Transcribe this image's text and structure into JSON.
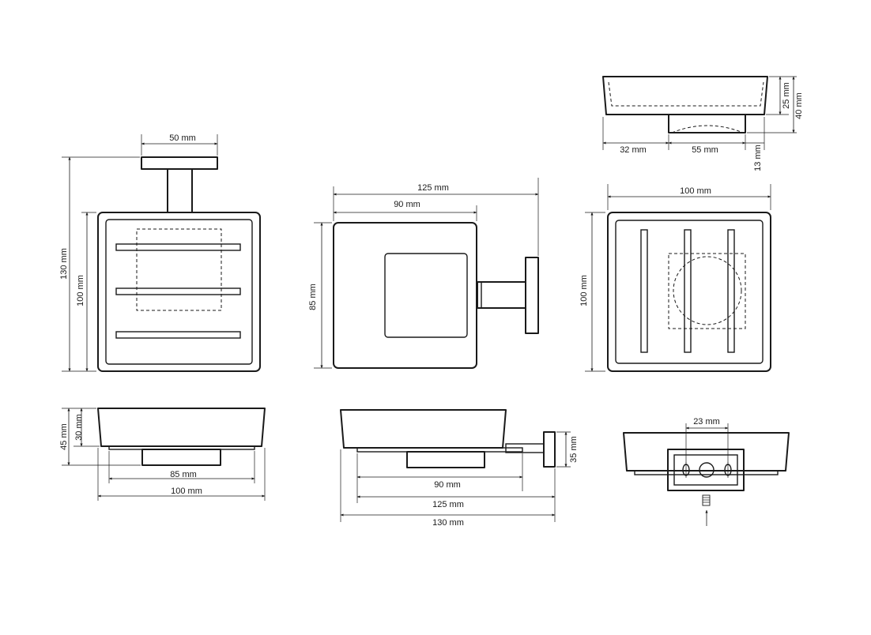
{
  "drawing": {
    "front": {
      "width": "50 mm",
      "height_total": "130 mm",
      "height_body": "100 mm"
    },
    "side": {
      "width_total": "125 mm",
      "width_body": "90 mm",
      "height": "85 mm"
    },
    "top_right": {
      "depth": "25 mm",
      "height": "40 mm",
      "left": "32 mm",
      "center": "55 mm",
      "right": "13 mm"
    },
    "plan": {
      "width": "100 mm",
      "height": "100 mm"
    },
    "bottom_left": {
      "height_total": "45 mm",
      "height_body": "30 mm",
      "inner": "85 mm",
      "outer": "100 mm"
    },
    "bottom_mid": {
      "height": "35 mm",
      "w1": "90 mm",
      "w2": "125 mm",
      "w3": "130 mm"
    },
    "bottom_right": {
      "spacing": "23 mm"
    }
  }
}
